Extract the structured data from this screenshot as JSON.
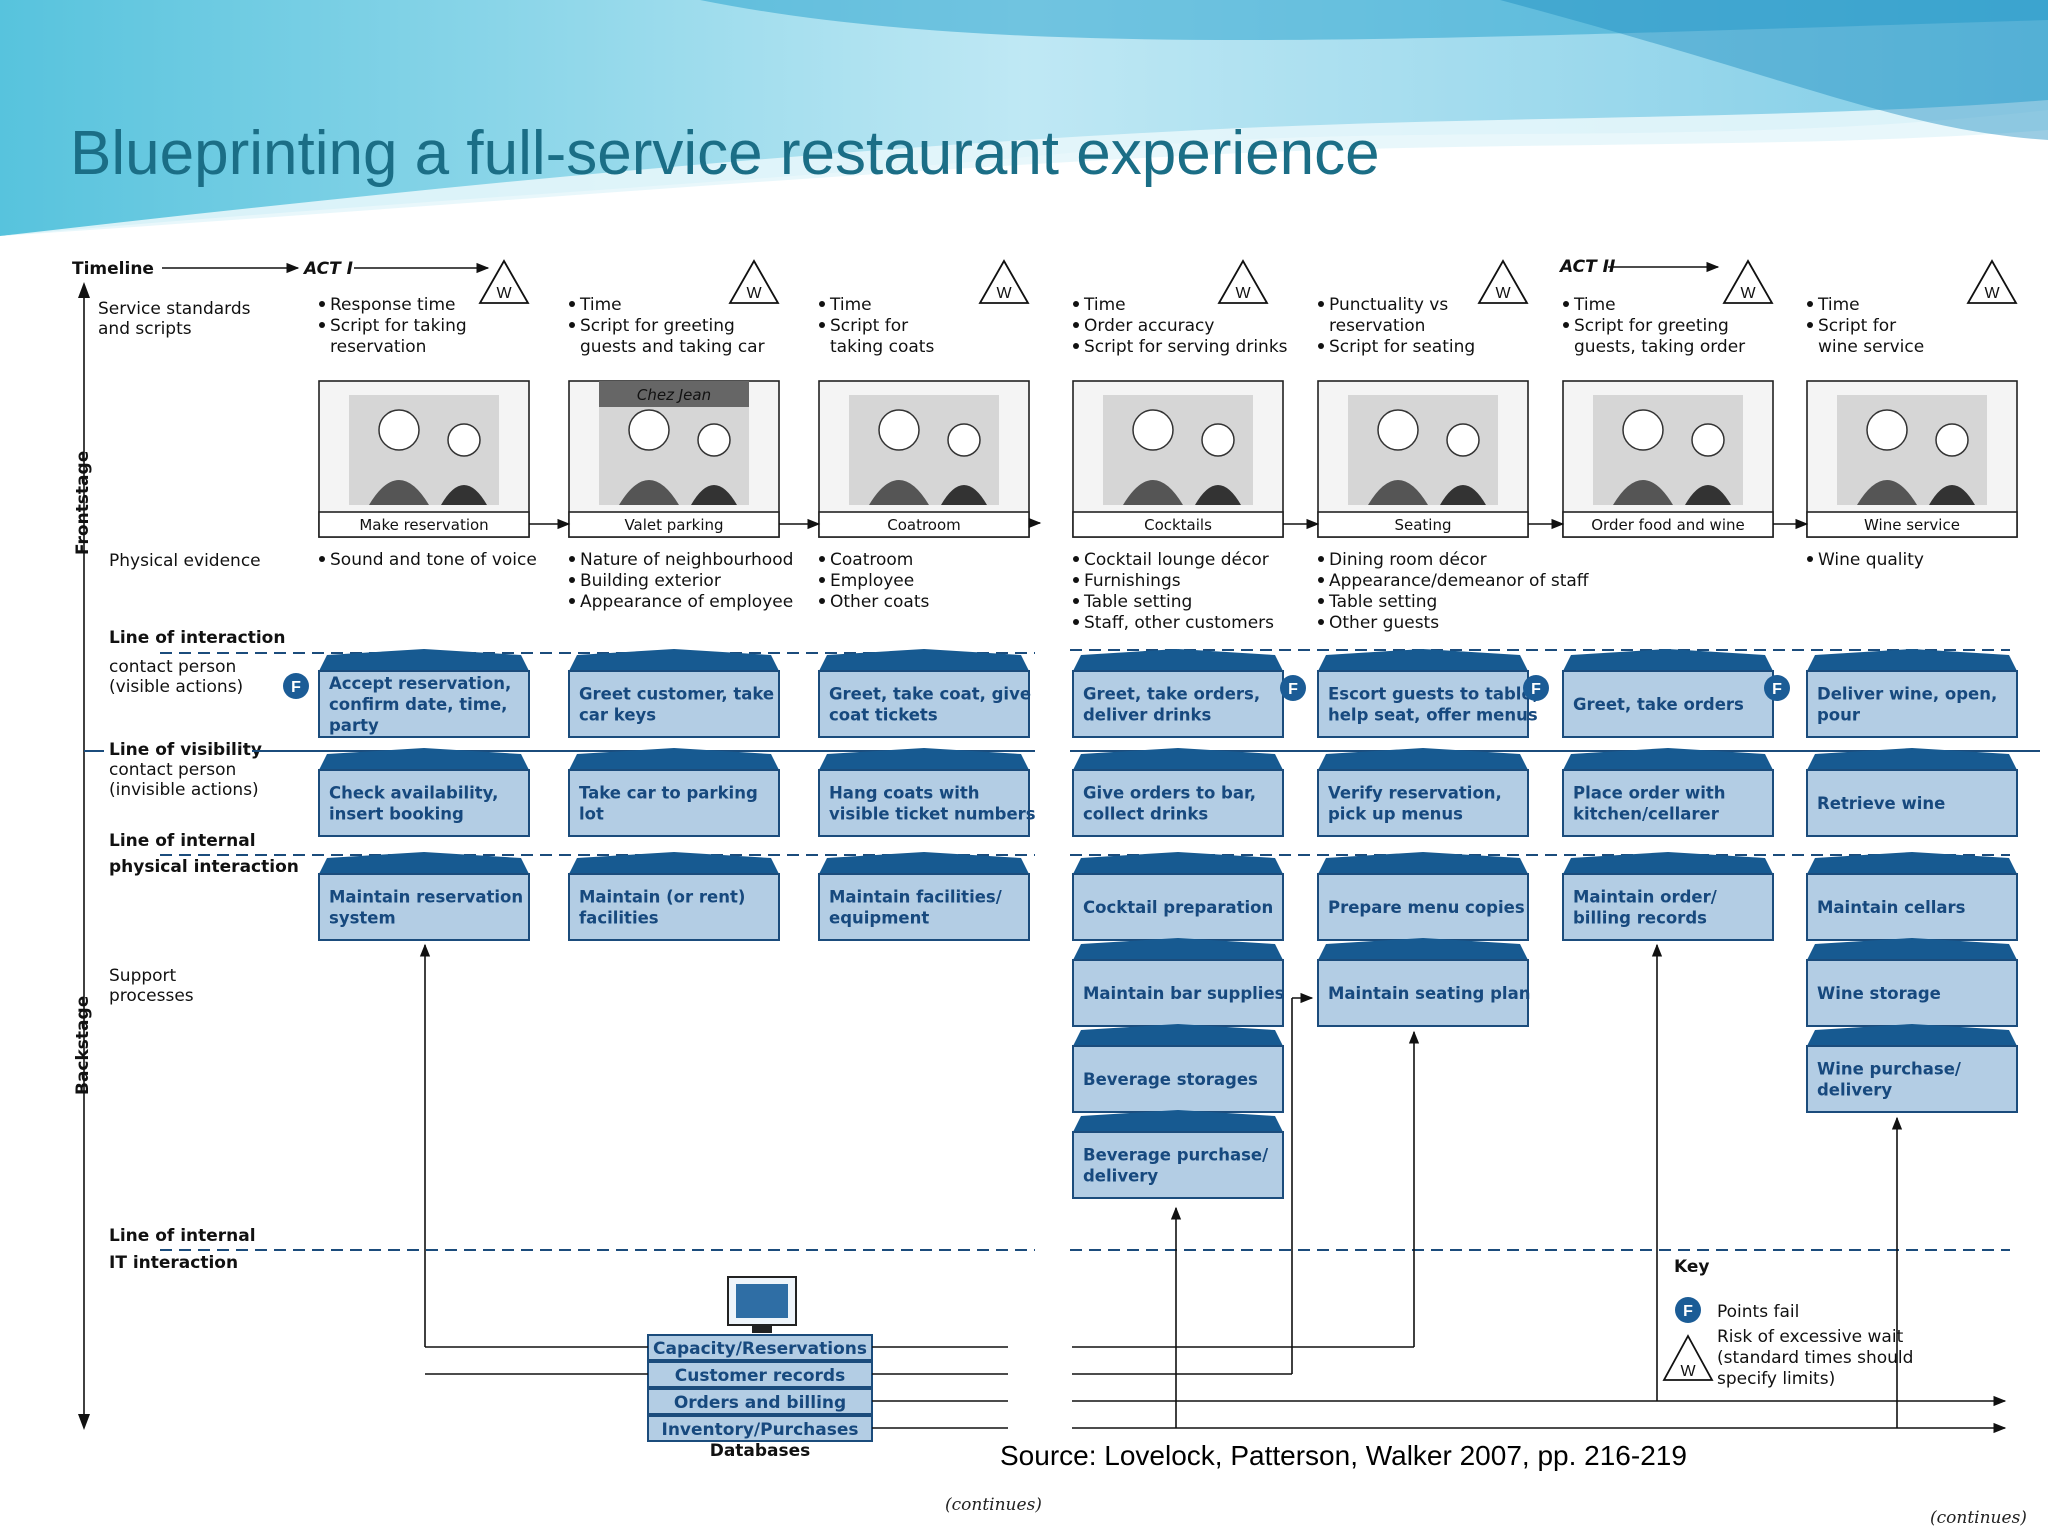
{
  "title": "Blueprinting a full-service restaurant experience",
  "source": "Source: Lovelock, Patterson, Walker 2007, pp. 216-219",
  "continues_1": "(continues)",
  "continues_2": "(continues)",
  "colors": {
    "title": "#1b6e86",
    "box_fill": "#b3cde4",
    "box_text": "#17497e",
    "roof": "#175a91"
  },
  "timeline": {
    "label": "Timeline",
    "act1": "ACT I",
    "act2": "ACT II"
  },
  "side": {
    "frontstage": "Frontstage",
    "backstage": "Backstage"
  },
  "rows": {
    "standards": "Service standards\nand scripts",
    "physical": "Physical evidence",
    "line_interaction": "Line of interaction",
    "contact_visible": "contact person\n(visible actions)",
    "line_visibility": "Line of visibility",
    "contact_invisible": "contact person\n(invisible actions)",
    "line_internal": "Line of internal",
    "physical_interaction": "physical interaction",
    "support": "Support\nprocesses",
    "line_internal_it": "Line of internal",
    "it_interaction": "IT interaction"
  },
  "stages": [
    {
      "scripts": [
        "Response time",
        "Script for taking\nreservation"
      ],
      "caption": "Make reservation",
      "evidence": [
        "Sound and tone of voice"
      ],
      "visible": "Accept reservation,\nconfirm date, time,\nparty",
      "invisible": "Check availability,\ninsert booking",
      "support": [
        "Maintain reservation\nsystem"
      ]
    },
    {
      "scripts": [
        "Time",
        "Script for greeting\nguests and taking car"
      ],
      "caption": "Valet parking",
      "evidence": [
        "Nature of neighbourhood",
        "Building exterior",
        "Appearance of employee"
      ],
      "visible": "Greet customer, take\ncar keys",
      "invisible": "Take car to parking\nlot",
      "support": [
        "Maintain (or rent)\nfacilities"
      ],
      "sign": "Chez Jean"
    },
    {
      "scripts": [
        "Time",
        "Script for\ntaking coats"
      ],
      "caption": "Coatroom",
      "evidence": [
        "Coatroom",
        "Employee",
        "Other coats"
      ],
      "visible": "Greet, take coat, give\ncoat tickets",
      "invisible": "Hang coats with\nvisible ticket numbers",
      "support": [
        "Maintain facilities/\nequipment"
      ]
    },
    {
      "scripts": [
        "Time",
        "Order accuracy",
        "Script for serving drinks"
      ],
      "caption": "Cocktails",
      "evidence": [
        "Cocktail lounge décor",
        "Furnishings",
        "Table setting",
        "Staff, other customers"
      ],
      "visible": "Greet, take orders,\ndeliver drinks",
      "invisible": "Give orders to bar,\ncollect drinks",
      "support": [
        "Cocktail preparation",
        "Maintain bar supplies",
        "Beverage storages",
        "Beverage purchase/\ndelivery"
      ]
    },
    {
      "scripts": [
        "Punctuality vs\nreservation",
        "Script for seating"
      ],
      "caption": "Seating",
      "evidence": [
        "Dining room décor",
        "Appearance/demeanor of staff",
        "Table setting",
        "Other guests"
      ],
      "visible": "Escort guests to table,\nhelp seat, offer menus",
      "invisible": "Verify reservation,\npick up menus",
      "support": [
        "Prepare menu copies",
        "Maintain seating plan"
      ]
    },
    {
      "scripts": [
        "Time",
        "Script for greeting\nguests, taking order"
      ],
      "caption": "Order food and wine",
      "evidence": [],
      "visible": "Greet, take orders",
      "invisible": "Place order with\nkitchen/cellarer",
      "support": [
        "Maintain order/\nbilling records"
      ]
    },
    {
      "scripts": [
        "Time",
        "Script for\nwine service"
      ],
      "caption": "Wine service",
      "evidence": [
        "Wine quality"
      ],
      "visible": "Deliver wine, open,\npour",
      "invisible": "Retrieve wine",
      "support": [
        "Maintain cellars",
        "Wine storage",
        "Wine purchase/\ndelivery"
      ]
    }
  ],
  "databases": {
    "label": "Databases",
    "items": [
      "Capacity/Reservations",
      "Customer records",
      "Orders and billing",
      "Inventory/Purchases"
    ]
  },
  "key": {
    "title": "Key",
    "fail_symbol": "F",
    "fail": "Points fail",
    "wait_symbol": "W",
    "wait": "Risk of excessive wait\n(standard times should\nspecify limits)"
  }
}
